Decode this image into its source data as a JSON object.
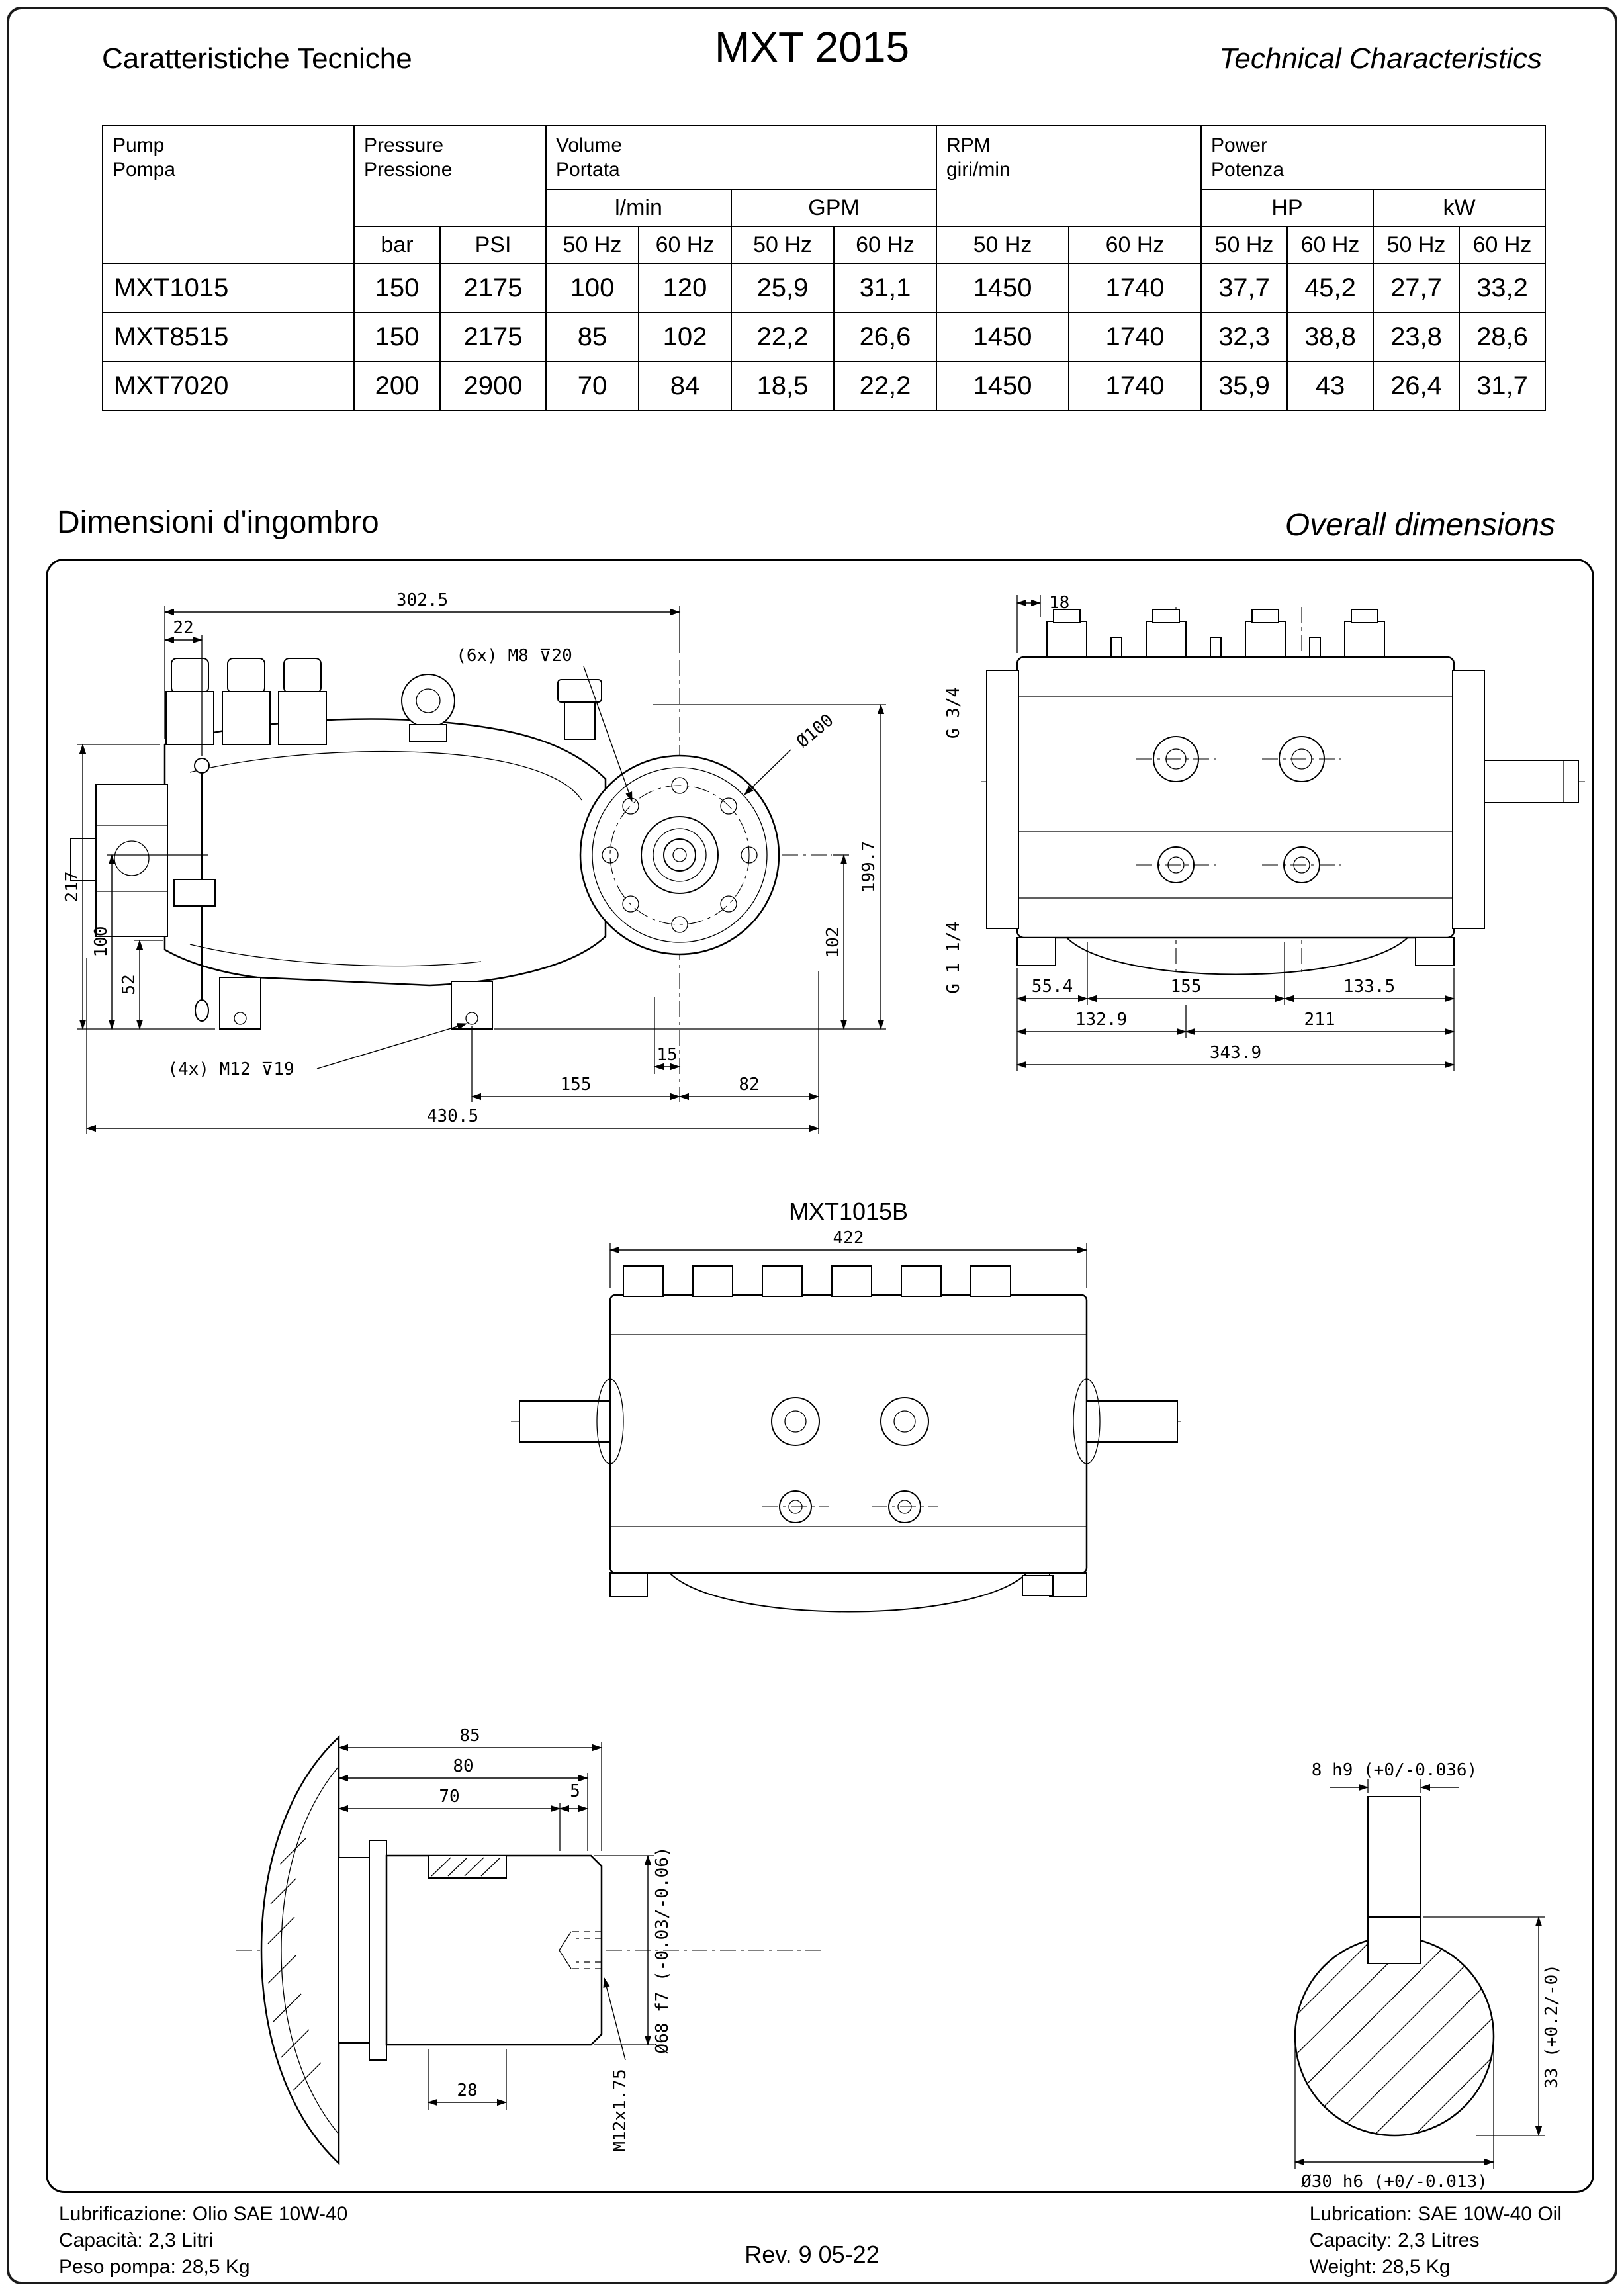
{
  "header": {
    "title_it": "Caratteristiche Tecniche",
    "title_model": "MXT 2015",
    "title_en": "Technical Characteristics"
  },
  "table": {
    "head": {
      "pump_en": "Pump",
      "pump_it": "Pompa",
      "pressure_en": "Pressure",
      "pressure_it": "Pressione",
      "volume_en": "Volume",
      "volume_it": "Portata",
      "rpm_en": "RPM",
      "rpm_it": "giri/min",
      "power_en": "Power",
      "power_it": "Potenza",
      "lmin": "l/min",
      "gpm": "GPM",
      "hp": "HP",
      "kw": "kW",
      "bar": "bar",
      "psi": "PSI",
      "hz50": "50 Hz",
      "hz60": "60 Hz"
    },
    "rows": [
      {
        "pump": "MXT1015",
        "bar": "150",
        "psi": "2175",
        "lmin50": "100",
        "lmin60": "120",
        "gpm50": "25,9",
        "gpm60": "31,1",
        "rpm50": "1450",
        "rpm60": "1740",
        "hp50": "37,7",
        "hp60": "45,2",
        "kw50": "27,7",
        "kw60": "33,2"
      },
      {
        "pump": "MXT8515",
        "bar": "150",
        "psi": "2175",
        "lmin50": "85",
        "lmin60": "102",
        "gpm50": "22,2",
        "gpm60": "26,6",
        "rpm50": "1450",
        "rpm60": "1740",
        "hp50": "32,3",
        "hp60": "38,8",
        "kw50": "23,8",
        "kw60": "28,6"
      },
      {
        "pump": "MXT7020",
        "bar": "200",
        "psi": "2900",
        "lmin50": "70",
        "lmin60": "84",
        "gpm50": "18,5",
        "gpm60": "22,2",
        "rpm50": "1450",
        "rpm60": "1740",
        "hp50": "35,9",
        "hp60": "43",
        "kw50": "26,4",
        "kw60": "31,7"
      }
    ]
  },
  "dims_section": {
    "title_it": "Dimensioni d'ingombro",
    "title_en": "Overall dimensions"
  },
  "drawings": {
    "side_view": {
      "dim_3025": "302.5",
      "dim_22": "22",
      "callout_m8": "(6x) M8 ⊽20",
      "dim_d100": "Ø100",
      "dim_217": "217",
      "dim_100": "100",
      "dim_52": "52",
      "dim_1997": "199.7",
      "dim_102": "102",
      "callout_m12": "(4x) M12 ⊽19",
      "dim_15": "15",
      "dim_155": "155",
      "dim_82": "82",
      "dim_4305": "430.5"
    },
    "front_view": {
      "dim_18": "18",
      "g34": "G 3/4",
      "g114": "G 1 1/4",
      "dim_554": "55.4",
      "dim_155": "155",
      "dim_1335": "133.5",
      "dim_1329": "132.9",
      "dim_211": "211",
      "dim_3439": "343.9"
    },
    "top_view": {
      "model": "MXT1015B",
      "dim_422": "422"
    },
    "shaft_detail": {
      "dim_85": "85",
      "dim_80": "80",
      "dim_70": "70",
      "dim_5": "5",
      "dim_d68": "Ø68 f7 (-0.03/-0.06)",
      "dim_28": "28",
      "thread": "M12x1.75"
    },
    "shaft_section": {
      "key": "8 h9 (+0/-0.036)",
      "height": "33 (+0.2/-0)",
      "dia": "Ø30 h6 (+0/-0.013)"
    }
  },
  "footer": {
    "left": [
      "Lubrificazione: Olio SAE 10W-40",
      "Capacità: 2,3 Litri",
      "Peso pompa: 28,5 Kg"
    ],
    "center": "Rev. 9  05-22",
    "right": [
      "Lubrication: SAE 10W-40 Oil",
      "Capacity: 2,3 Litres",
      "Weight: 28,5 Kg"
    ]
  },
  "colors": {
    "ink": "#000000",
    "paper": "#ffffff"
  }
}
